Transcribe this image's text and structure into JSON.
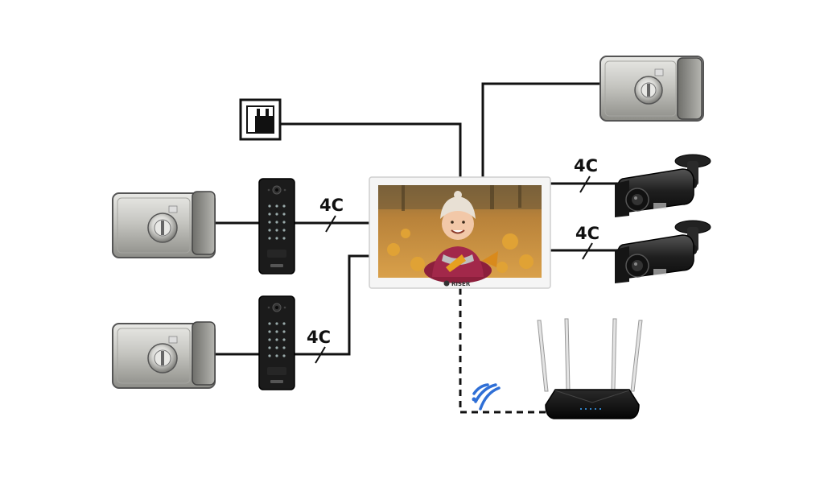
{
  "diagram": {
    "labels": {
      "keypad_top": "4C",
      "keypad_bottom": "4C",
      "camera_top": "4C",
      "camera_bottom": "4C"
    },
    "brand": "RISER",
    "colors": {
      "wire": "#111111",
      "monitor_frame": "#f4f4f4",
      "panel": "#1c1c1c",
      "lock_metal": "#c9c9c4",
      "wifi_blue": "#2f6fd6",
      "photo_bg": "#c98a3e"
    },
    "components": [
      "electric-lock-top-right",
      "electric-lock-left-top",
      "electric-lock-left-bottom",
      "keypad-panel-top",
      "keypad-panel-bottom",
      "indoor-monitor",
      "security-camera-top",
      "security-camera-bottom",
      "wifi-router",
      "power-supply"
    ]
  }
}
